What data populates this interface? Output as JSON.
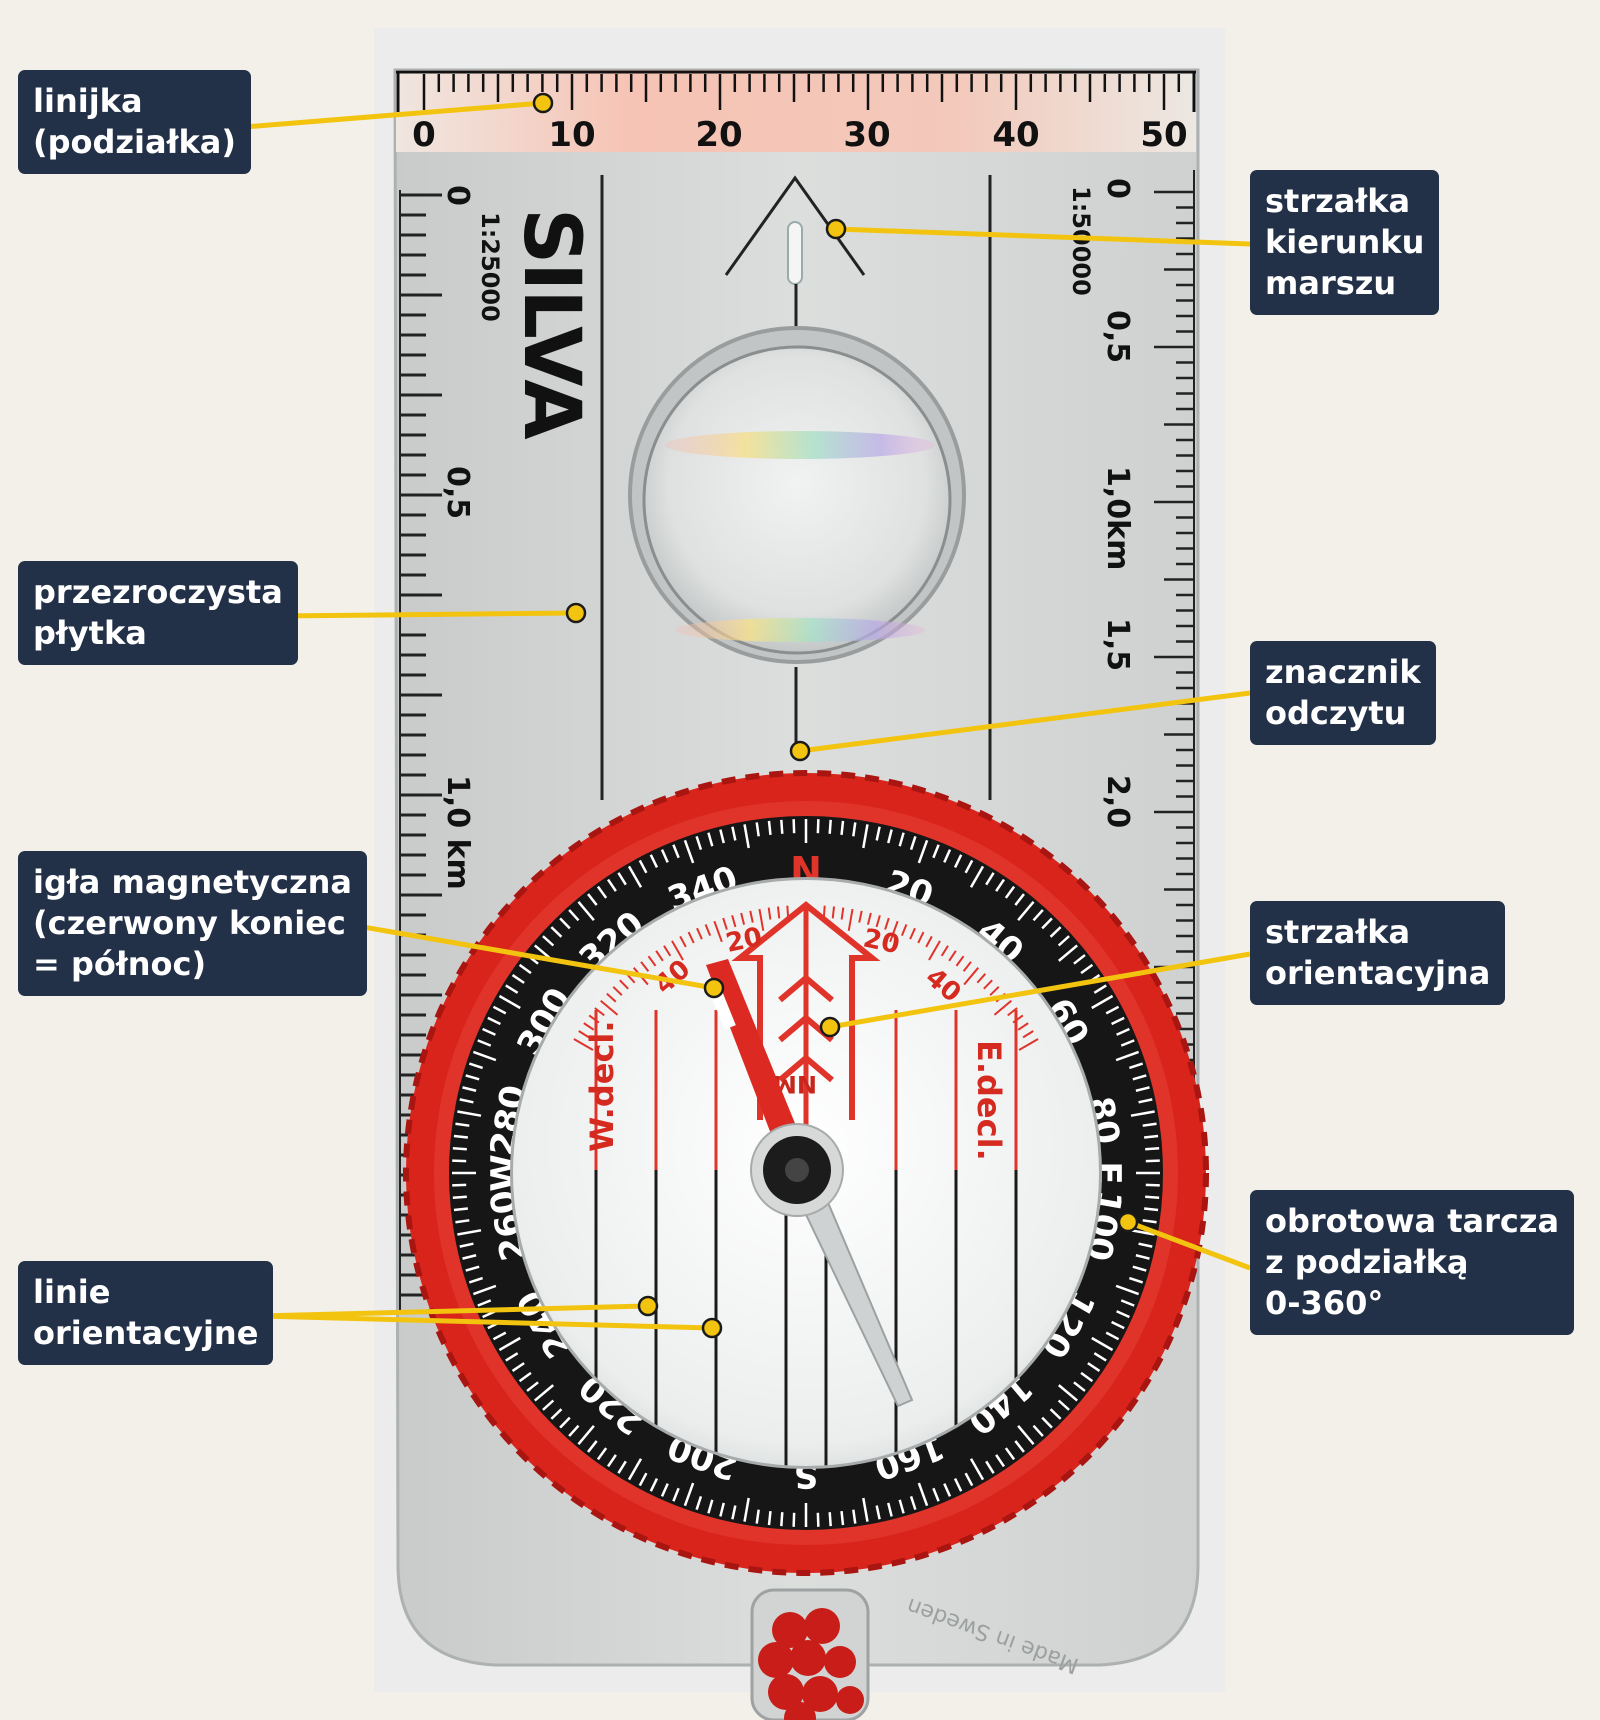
{
  "colors": {
    "label_bg": "#233148",
    "label_text": "#ffffff",
    "leader": "#f2c40f",
    "bezel": "#d9241b",
    "page_bg": "#f3f0ea"
  },
  "callouts": [
    {
      "id": "ruler",
      "text": "linijka\n(podziałka)"
    },
    {
      "id": "travel-arrow",
      "text": "strzałka\nkierunku\nmarszu"
    },
    {
      "id": "baseplate",
      "text": "przezroczysta\npłytka"
    },
    {
      "id": "index-line",
      "text": "znacznik\nodczytu"
    },
    {
      "id": "needle",
      "text": "igła magnetyczna\n(czerwony koniec\n= północ)"
    },
    {
      "id": "orienting-arrow",
      "text": "strzałka\norientacyjna"
    },
    {
      "id": "bezel",
      "text": "obrotowa tarcza\nz podziałką\n0-360°"
    },
    {
      "id": "orienting-lines",
      "text": "linie\norientacyjne"
    }
  ],
  "compass": {
    "brand": "SILVA",
    "ruler_numbers": [
      "0",
      "10",
      "20",
      "30",
      "40",
      "50"
    ],
    "left_scale": {
      "ratio": "1:25000",
      "marks": [
        "0",
        "0,5",
        "1,0 km"
      ]
    },
    "right_scale": {
      "ratio": "1:50000",
      "marks": [
        "0",
        "0,5",
        "1,0km",
        "1,5",
        "2,0"
      ]
    },
    "bezel_numbers": [
      "N",
      "20",
      "40",
      "60",
      "80",
      "E",
      "100",
      "120",
      "140",
      "160",
      "S",
      "200",
      "220",
      "240",
      "260",
      "W",
      "280",
      "300",
      "320",
      "340"
    ],
    "declination_left": "W.decl.",
    "declination_right": "E.decl.",
    "declination_numbers": [
      "20",
      "40",
      "20",
      "40"
    ],
    "arrow_mark": "NM",
    "made_in": "Made in Sweden"
  }
}
